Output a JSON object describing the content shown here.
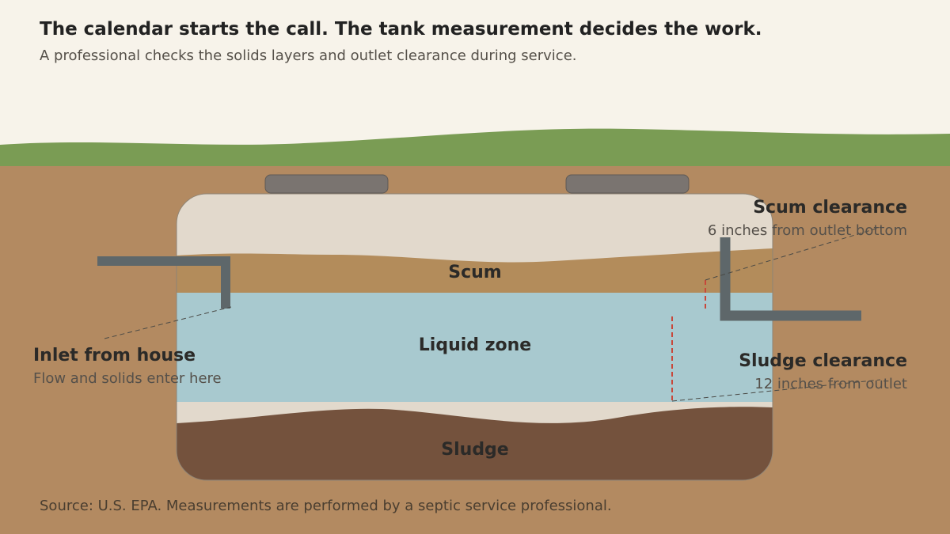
{
  "header": {
    "title": "The calendar starts the call. The tank measurement decides the work.",
    "subtitle": "A professional checks the solids layers and outlet clearance during service."
  },
  "layers": {
    "scum": "Scum",
    "liquid": "Liquid zone",
    "sludge": "Sludge"
  },
  "callouts": {
    "inlet": {
      "title": "Inlet from house",
      "subtitle": "Flow and solids enter here"
    },
    "scum_clearance": {
      "title": "Scum clearance",
      "subtitle": "6 inches from outlet bottom"
    },
    "sludge_clearance": {
      "title": "Sludge clearance",
      "subtitle": "12 inches from outlet"
    }
  },
  "footer": {
    "source": "Source: U.S. EPA. Measurements are performed by a septic service professional."
  },
  "colors": {
    "background": "#f7f3ea",
    "grass": "#7a9c54",
    "soil": "#b38a61",
    "tank_air": "#e2d9cc",
    "scum": "#b38c5b",
    "liquid": "#a8c9cf",
    "sludge": "#74523d",
    "pipe": "#5e676a",
    "lid": "#7a7470",
    "measure_line": "#c8473a"
  }
}
